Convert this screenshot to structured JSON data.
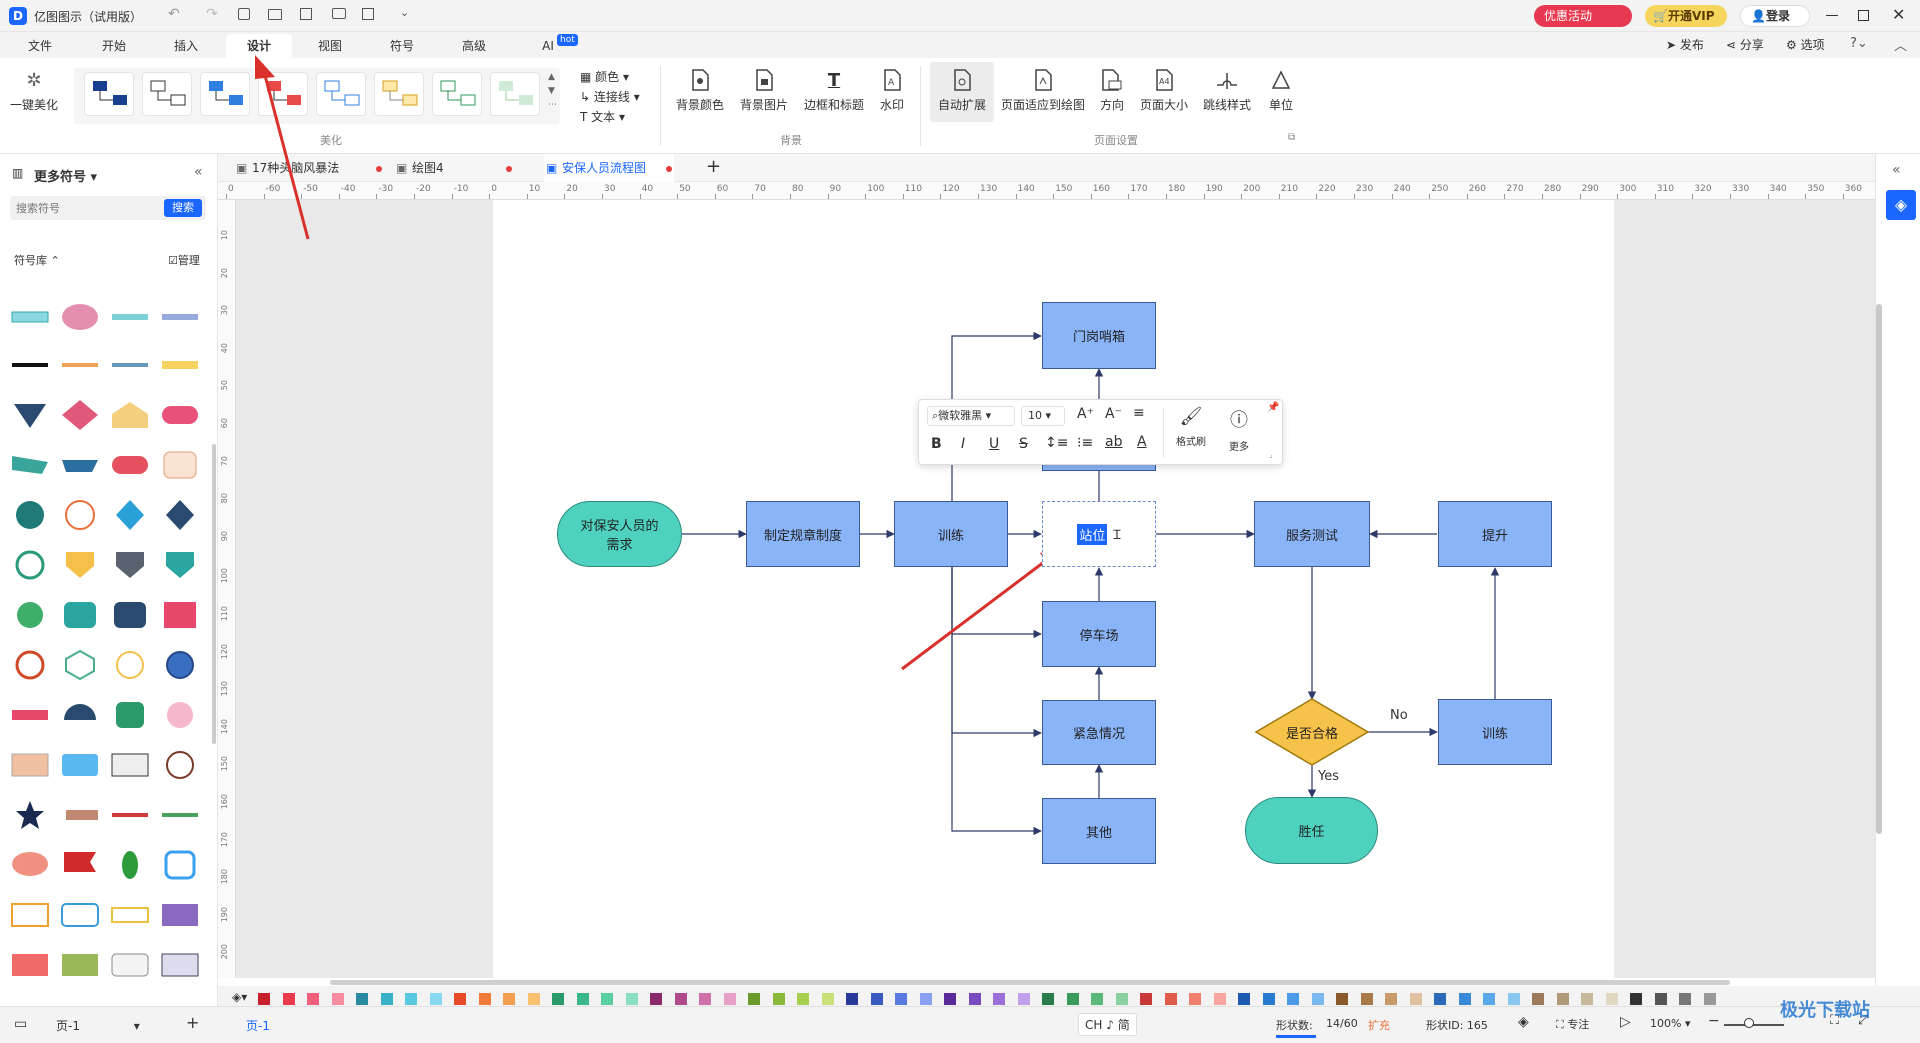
{
  "app": {
    "title": "亿图图示（试用版）",
    "promo": "优惠活动",
    "vip": "开通VIP",
    "login": "登录"
  },
  "menu": [
    "文件",
    "开始",
    "插入",
    "设计",
    "视图",
    "符号",
    "高级",
    "AI"
  ],
  "menu_badge": "hot",
  "menu_right": {
    "publish": "发布",
    "share": "分享",
    "options": "选项"
  },
  "ribbon": {
    "beautify": "一键美化",
    "group_beautify": "美化",
    "color": "颜色",
    "connector": "连接线",
    "text": "文本",
    "bg_color": "背景颜色",
    "bg_image": "背景图片",
    "border_title": "边框和标题",
    "watermark": "水印",
    "group_bg": "背景",
    "auto_expand": "自动扩展",
    "fit_page": "页面适应到绘图",
    "orientation": "方向",
    "page_size": "页面大小",
    "jump_style": "跳线样式",
    "unit": "单位",
    "group_page": "页面设置"
  },
  "left": {
    "title": "更多符号",
    "search_placeholder": "搜索符号",
    "search_btn": "搜索",
    "lib": "符号库",
    "manage": "管理"
  },
  "tabs": [
    {
      "label": "17种头脑风暴法"
    },
    {
      "label": "绘图4"
    },
    {
      "label": "安保人员流程图"
    }
  ],
  "ruler_h": [
    "0",
    "-60",
    "-50",
    "-40",
    "-30",
    "-20",
    "-10",
    "0",
    "10",
    "20",
    "30",
    "40",
    "50",
    "60",
    "70",
    "80",
    "90",
    "100",
    "110",
    "120",
    "130",
    "140",
    "150",
    "160",
    "170",
    "180",
    "190",
    "200",
    "210",
    "220",
    "230",
    "240",
    "250",
    "260",
    "270",
    "280",
    "290",
    "300",
    "310",
    "320",
    "330",
    "340",
    "350",
    "360"
  ],
  "ruler_v": [
    "10",
    "20",
    "30",
    "40",
    "50",
    "60",
    "70",
    "80",
    "90",
    "100",
    "110",
    "120",
    "130",
    "140",
    "150",
    "160",
    "170",
    "180",
    "190",
    "200"
  ],
  "flow": {
    "n_demand": "对保安人员的需求",
    "n_rules": "制定规章制度",
    "n_train1": "训练",
    "n_gate": "门岗哨箱",
    "n_post": "站位",
    "n_parking": "停车场",
    "n_emergency": "紧急情况",
    "n_other": "其他",
    "n_service": "服务测试",
    "n_improve": "提升",
    "n_pass": "是否合格",
    "n_train2": "训练",
    "n_qualified": "胜任",
    "lbl_no": "No",
    "lbl_yes": "Yes"
  },
  "floatbar": {
    "font": "微软雅黑",
    "size": "10",
    "brush": "格式刷",
    "more": "更多"
  },
  "status": {
    "page_left": "页-1",
    "page_tab": "页-1",
    "ime": "CH ♪ 简",
    "shapes_label": "形状数:",
    "shapes": "14/60",
    "expand": "扩充",
    "shape_id": "形状ID: 165",
    "focus": "专注",
    "zoom": "100%"
  },
  "watermark": "极光下载站",
  "colors": {
    "accent": "#1a66ff",
    "node_fill": "#8ab4f8",
    "terminal": "#4fd1bf",
    "decision": "#f7c24a",
    "arrow": "#d9302b"
  }
}
